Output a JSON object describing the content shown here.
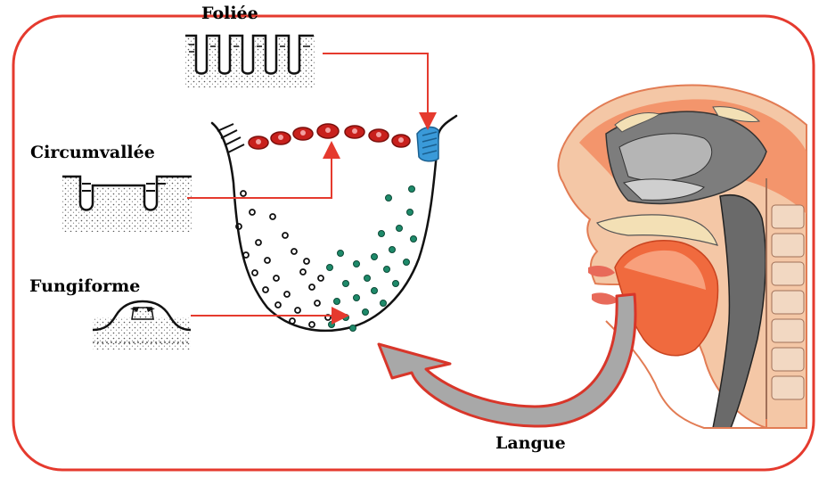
{
  "labels": {
    "foliee": "Foliée",
    "circumvallee": "Circumvallée",
    "fungiforme": "Fungiforme",
    "langue": "Langue"
  },
  "colors": {
    "frame": "#e53a2e",
    "arrow": "#e53a2e",
    "circumvallate_papillae": "#c8201c",
    "foliate_papillae": "#3a9ad9",
    "fungiform_papillae": "#1e8a6a",
    "filiform_dots": "#111111",
    "big_arrow_fill": "#a8a8a8",
    "big_arrow_edge": "#d8362a"
  }
}
